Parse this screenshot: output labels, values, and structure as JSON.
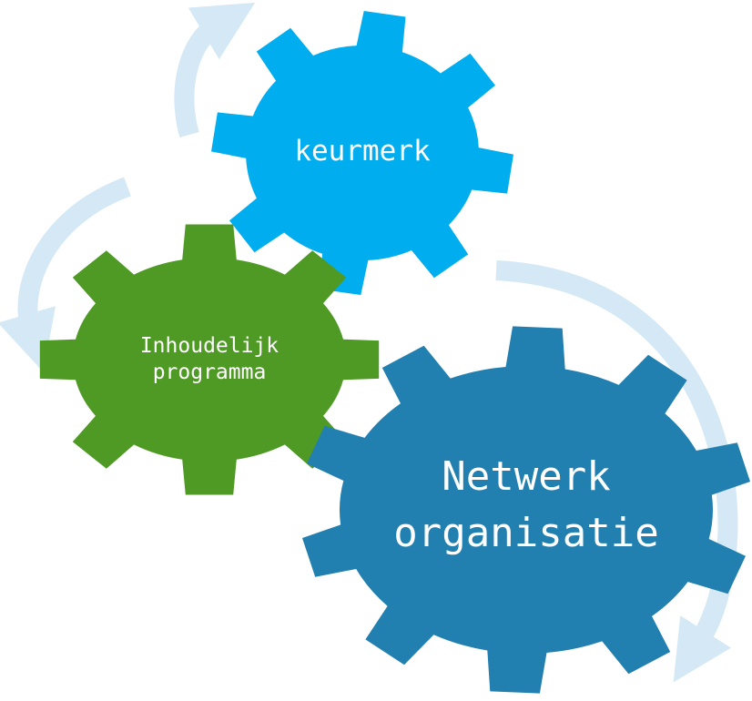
{
  "diagram": {
    "gears": [
      {
        "id": "keurmerk",
        "lines": [
          "keurmerk"
        ],
        "color": "#00aeef"
      },
      {
        "id": "inhoudelijk",
        "lines": [
          "Inhoudelijk",
          "programma"
        ],
        "color": "#4e9a25"
      },
      {
        "id": "netwerk",
        "lines": [
          "Netwerk",
          "organisatie"
        ],
        "color": "#2280b0"
      }
    ],
    "arrow_color": "#d4e9f5"
  }
}
